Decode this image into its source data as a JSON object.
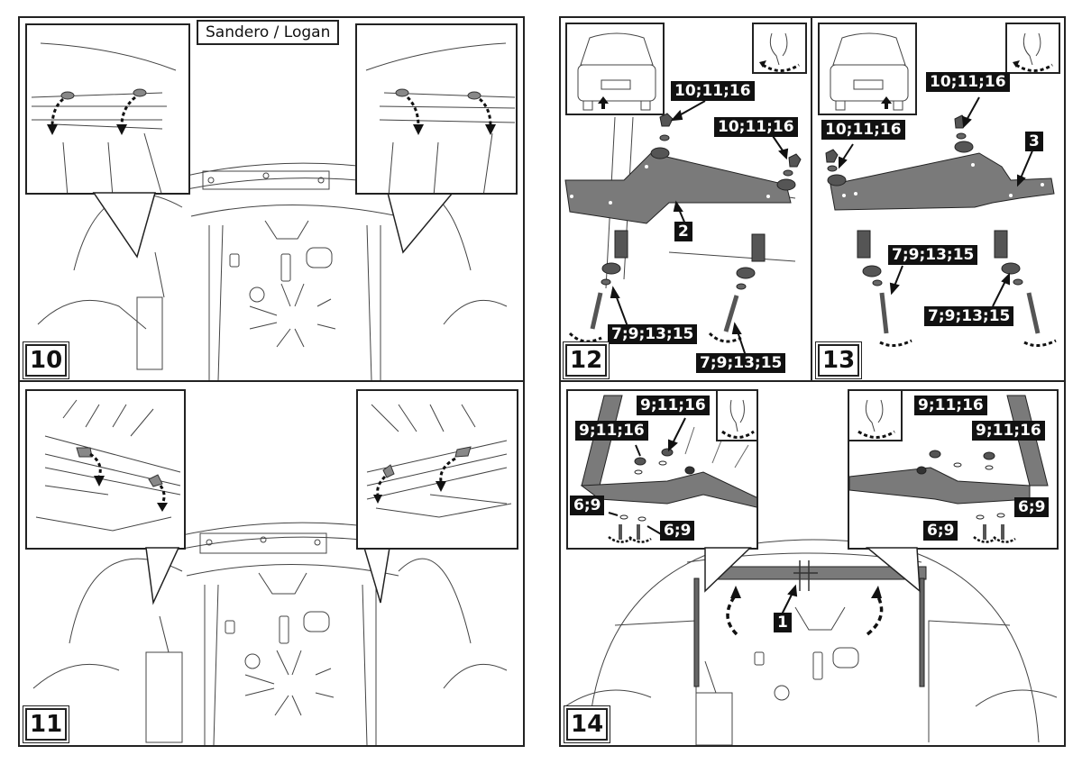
{
  "document": {
    "title": "Sandero / Logan",
    "colors": {
      "ink": "#222222",
      "part_fill": "#7a7a7a",
      "label_bg": "#111111",
      "label_text": "#ffffff"
    }
  },
  "steps": [
    {
      "number": "10",
      "description_icons": [
        "clip-removal-arrow-icon",
        "clip-removal-arrow-icon"
      ],
      "labels": []
    },
    {
      "number": "11",
      "description_icons": [
        "clip-removal-arrow-icon",
        "clip-removal-arrow-icon"
      ],
      "labels": []
    },
    {
      "number": "12",
      "labels": [
        "10;11;16",
        "10;11;16",
        "2",
        "7;9;13;15",
        "7;9;13;15"
      ]
    },
    {
      "number": "13",
      "labels": [
        "10;11;16",
        "10;11;16",
        "3",
        "7;9;13;15",
        "7;9;13;15"
      ]
    },
    {
      "number": "14",
      "labels": [
        "9;11;16",
        "9;11;16",
        "6;9",
        "6;9",
        "9;11;16",
        "9;11;16",
        "6;9",
        "6;9",
        "1"
      ]
    }
  ]
}
